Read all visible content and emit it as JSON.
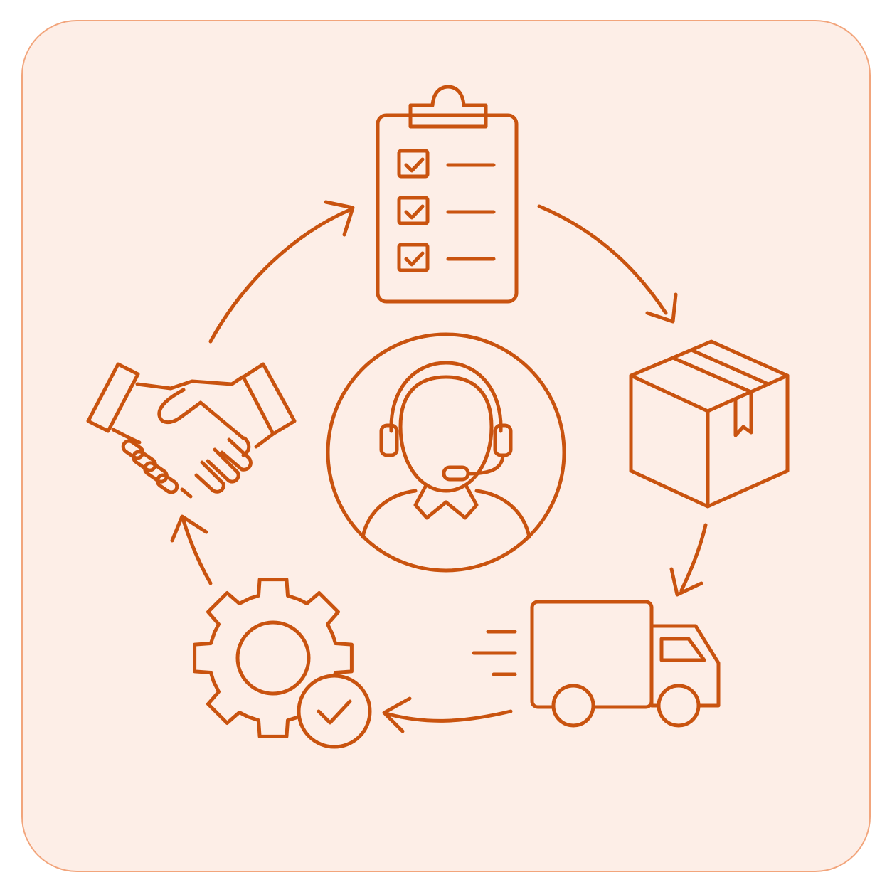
{
  "colors": {
    "stroke": "#c9530f",
    "card_background": "#fdeee7",
    "card_border": "#f2a57c"
  },
  "diagram": {
    "center_icon": "customer-support-agent-icon",
    "cycle_nodes": [
      "checklist-clipboard-icon",
      "package-box-icon",
      "delivery-truck-icon",
      "gear-check-icon",
      "handshake-icon"
    ],
    "arrows": [
      "arrow-checklist-to-box",
      "arrow-box-to-truck",
      "arrow-truck-to-gear",
      "arrow-gear-to-handshake",
      "arrow-handshake-to-checklist"
    ]
  }
}
